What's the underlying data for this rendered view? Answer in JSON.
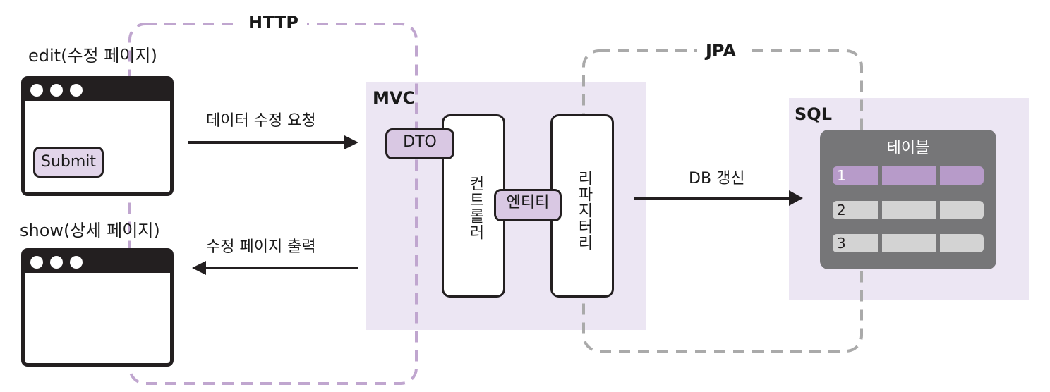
{
  "http": {
    "label": "HTTP"
  },
  "jpa": {
    "label": "JPA"
  },
  "edit_page": {
    "label": "edit(수정 페이지)",
    "button": "Submit"
  },
  "show_page": {
    "label": "show(상세 페이지)"
  },
  "arrows": {
    "request": "데이터 수정 요청",
    "response": "수정 페이지 출력",
    "db_update": "DB 갱신"
  },
  "mvc": {
    "title": "MVC",
    "dto": "DTO",
    "controller": "컨트롤러",
    "entity": "엔티티",
    "repository": "리파지터리"
  },
  "sql": {
    "title": "SQL",
    "table_title": "테이블",
    "rows": [
      "1",
      "2",
      "3"
    ]
  },
  "colors": {
    "http_border": "#c0a6cf",
    "jpa_border": "#aaaaaa",
    "panel_bg": "#ece6f3",
    "chip_bg": "#d9c8e3",
    "table_bg": "#767678",
    "row_highlight": "#b79bc9",
    "row_bg": "#d3d3d3"
  }
}
